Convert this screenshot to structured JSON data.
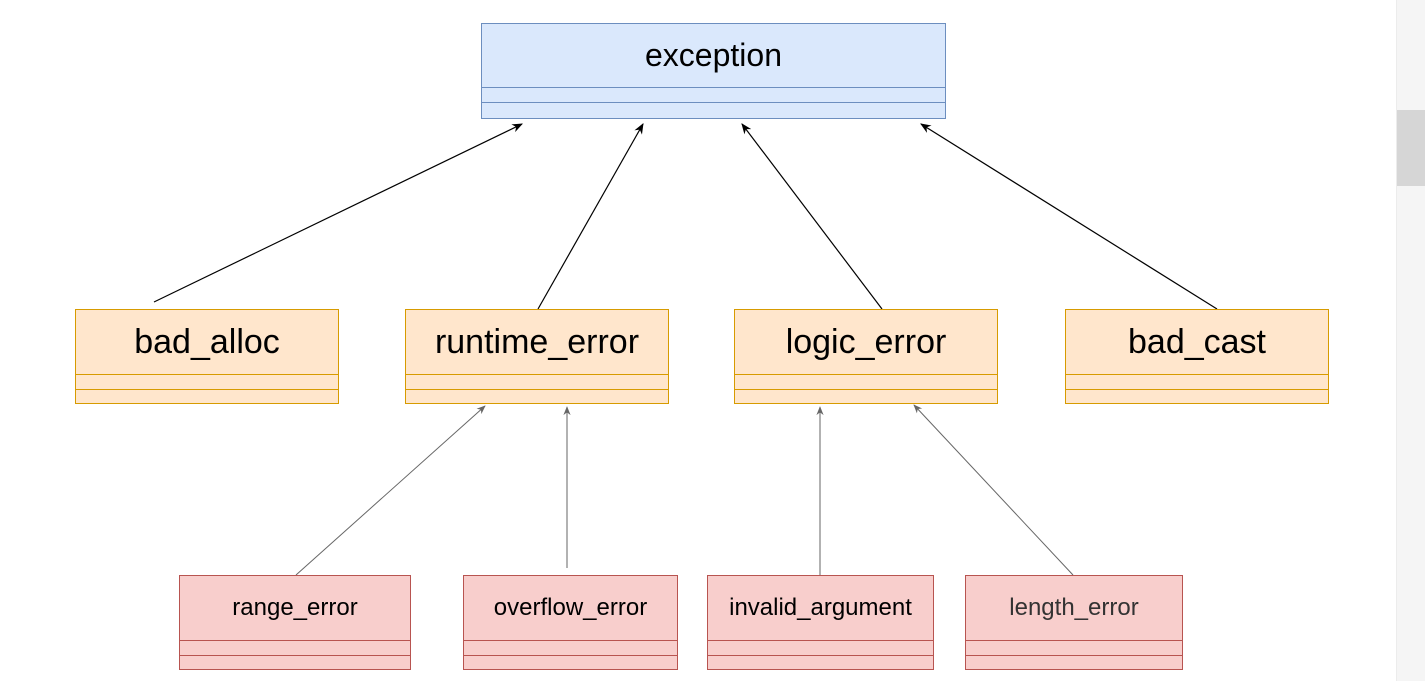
{
  "diagram": {
    "root": {
      "label": "exception"
    },
    "level1": [
      {
        "id": "bad_alloc",
        "label": "bad_alloc"
      },
      {
        "id": "runtime_error",
        "label": "runtime_error"
      },
      {
        "id": "logic_error",
        "label": "logic_error"
      },
      {
        "id": "bad_cast",
        "label": "bad_cast"
      }
    ],
    "level2": [
      {
        "id": "range_error",
        "label": "range_error",
        "parent": "runtime_error"
      },
      {
        "id": "overflow_error",
        "label": "overflow_error",
        "parent": "runtime_error"
      },
      {
        "id": "invalid_argument",
        "label": "invalid_argument",
        "parent": "logic_error"
      },
      {
        "id": "length_error",
        "label": "length_error",
        "parent": "logic_error"
      }
    ],
    "edges": [
      {
        "from": "bad_alloc",
        "to": "exception"
      },
      {
        "from": "runtime_error",
        "to": "exception"
      },
      {
        "from": "logic_error",
        "to": "exception"
      },
      {
        "from": "bad_cast",
        "to": "exception"
      },
      {
        "from": "range_error",
        "to": "runtime_error"
      },
      {
        "from": "overflow_error",
        "to": "runtime_error"
      },
      {
        "from": "invalid_argument",
        "to": "logic_error"
      },
      {
        "from": "length_error",
        "to": "logic_error"
      }
    ]
  },
  "colors": {
    "root_fill": "#dae8fc",
    "root_stroke": "#6c8ebf",
    "level1_fill": "#ffe6cc",
    "level1_stroke": "#d79b00",
    "level2_fill": "#f8cecc",
    "level2_stroke": "#b85450",
    "edge_dark": "#000000",
    "edge_gray": "#666666"
  }
}
